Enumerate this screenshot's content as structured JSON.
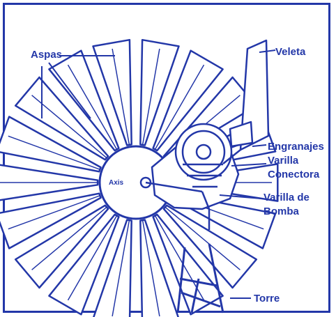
{
  "labels": {
    "aspas": "Aspas",
    "veleta": "Veleta",
    "engranajes": "Engranajes",
    "varilla_conectora_1": "Varilla",
    "varilla_conectora_2": "Conectora",
    "varilla_bomba_1": "Varilla de",
    "varilla_bomba_2": "Bomba",
    "torre": "Torre",
    "axis": "Axis"
  },
  "colors": {
    "ink": "#2337a8",
    "background": "#ffffff"
  }
}
